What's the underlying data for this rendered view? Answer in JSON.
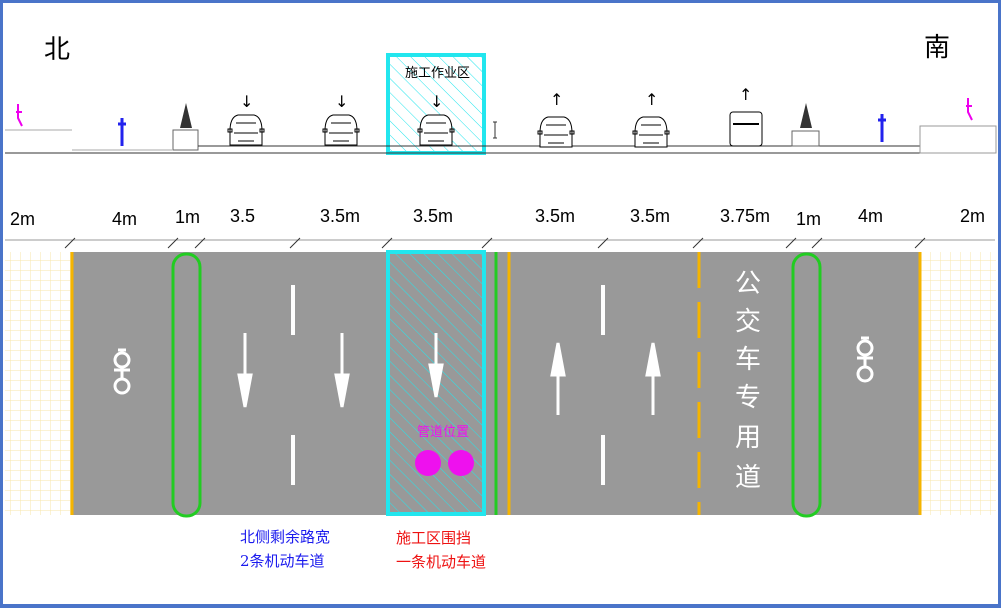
{
  "directions": {
    "north": "北",
    "south": "南"
  },
  "work_zone": {
    "label": "施工作业区",
    "pipe_label": "管道位置"
  },
  "dimensions": [
    "2m",
    "4m",
    "1m",
    "3.5",
    "3.5m",
    "3.5m",
    "3.5m",
    "3.5m",
    "3.75m",
    "1m",
    "4m",
    "2m"
  ],
  "bus_lane_chars": [
    "公",
    "交",
    "车",
    "专",
    "用",
    "道"
  ],
  "notes": {
    "north_line1": "北侧剩余路宽",
    "north_line2": "2条机动车道",
    "zone_line1": "施工区围挡",
    "zone_line2": "一条机动车道"
  },
  "colors": {
    "road": "#999999",
    "work_zone": "#22e6ee",
    "separator": "#22cc22",
    "edge": "#f5b400",
    "pipe": "#ee11ee",
    "note_blue": "#1a1aee",
    "note_red": "#ee1111"
  }
}
